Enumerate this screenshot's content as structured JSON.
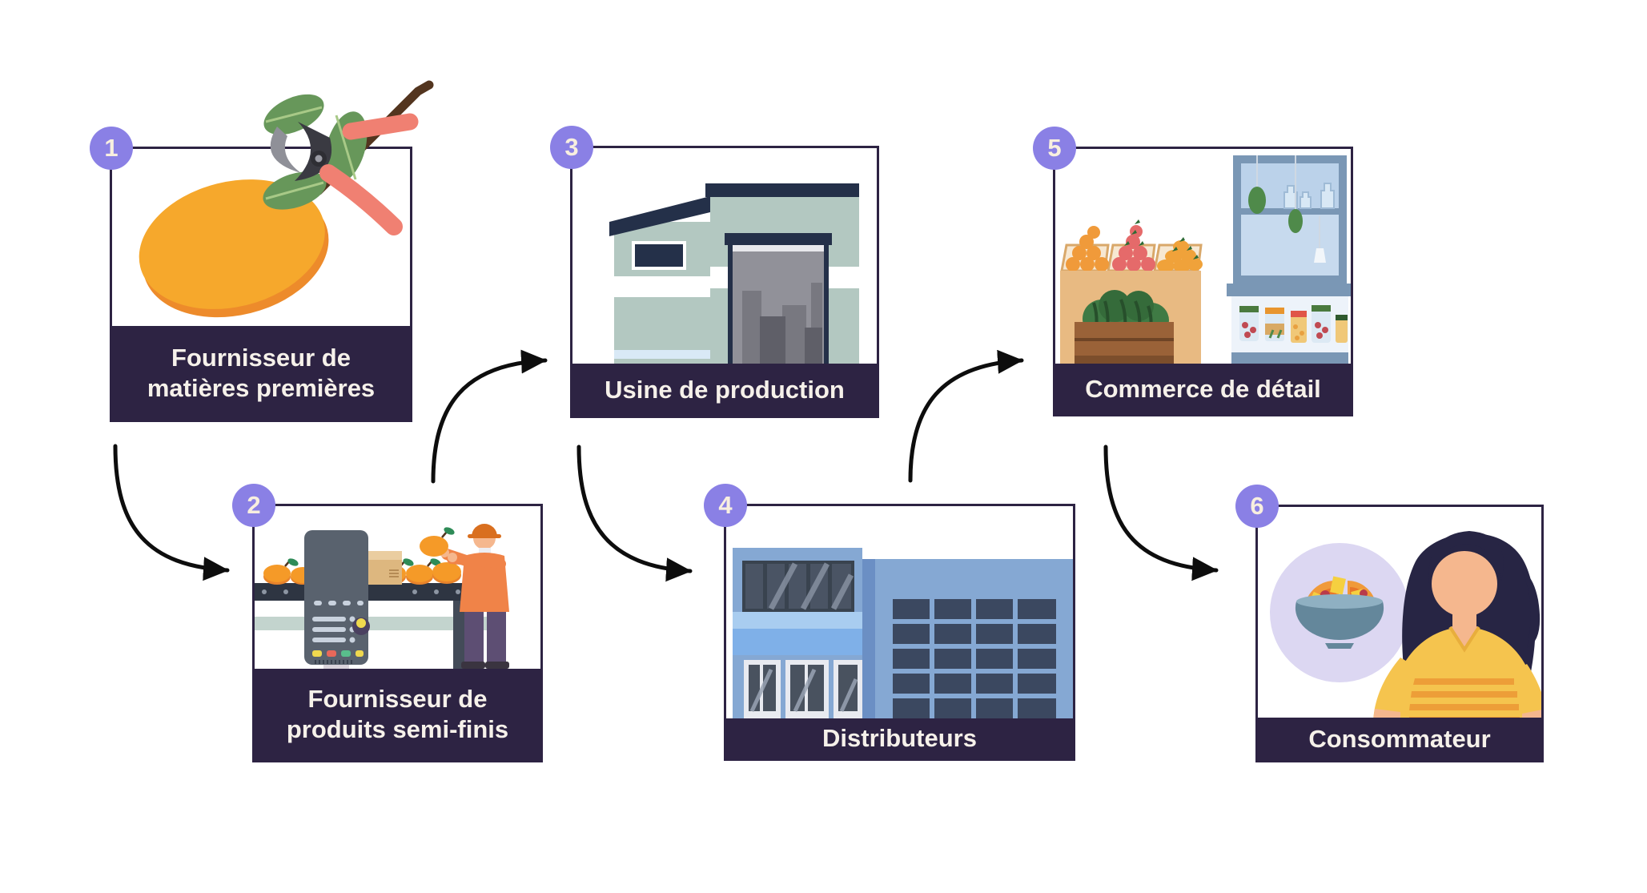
{
  "diagram": {
    "title": "supply-chain-steps",
    "colors": {
      "background": "#ffffff",
      "frame_and_bar": "#2D2343",
      "badge_purple": "#8A80E5",
      "badge_text": "#F8EFDF",
      "bar_text": "#F6F1EA",
      "arrow": "#0D0D0D"
    },
    "steps": [
      {
        "number": "1",
        "label": "Fournisseur de matières premières",
        "illustration": "mango-with-pruning-shears"
      },
      {
        "number": "2",
        "label": "Fournisseur de produits semi-finis",
        "illustration": "conveyor-belt-worker-mangoes"
      },
      {
        "number": "3",
        "label": "Usine de production",
        "illustration": "factory-building"
      },
      {
        "number": "4",
        "label": "Distributeurs",
        "illustration": "warehouse-building"
      },
      {
        "number": "5",
        "label": "Commerce de détail",
        "illustration": "retail-fruit-stand"
      },
      {
        "number": "6",
        "label": "Consommateur",
        "illustration": "woman-with-fruit-bowl"
      }
    ]
  }
}
